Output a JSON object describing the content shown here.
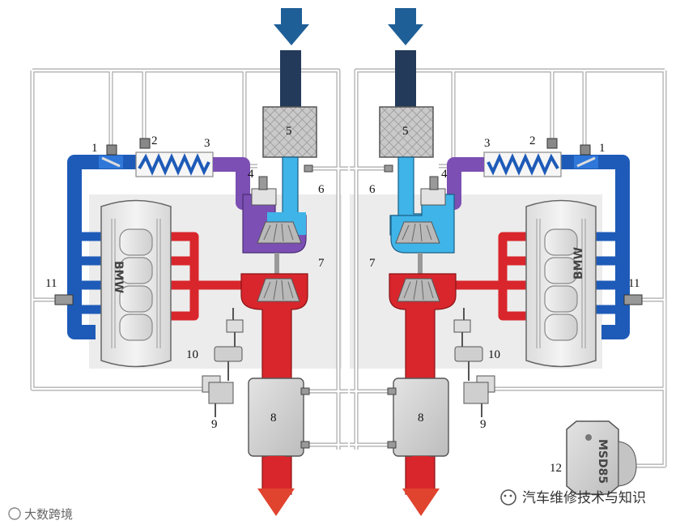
{
  "component_numbers": {
    "n1": "1",
    "n2": "2",
    "n3": "3",
    "n4": "4",
    "n5": "5",
    "n6": "6",
    "n7": "7",
    "n8": "8",
    "n9": "9",
    "n10": "10",
    "n11": "11",
    "n12": "12"
  },
  "engine_logo": "BMW",
  "ecu_label": "MSD85",
  "watermark_right": "汽车维修技术与知识",
  "watermark_left": "大数跨境",
  "colors": {
    "intake_air": "#1e5bb8",
    "charged_air": "#7b4fb3",
    "fresh_air_inlet": "#3fb4e8",
    "exhaust": "#d8262c",
    "arrow_in": "#1f5f97",
    "arrow_out": "#e0442f"
  }
}
